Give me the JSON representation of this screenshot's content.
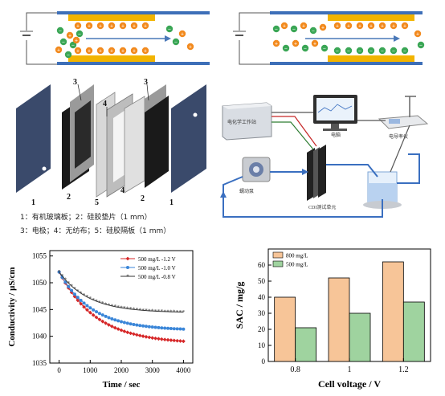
{
  "schematic": {
    "ion_pos": "+",
    "ion_neg": "−",
    "colors": {
      "electrode": "#f2b400",
      "collector": "#3d6fb8",
      "cation": "#f28a1e",
      "anion": "#3aa655",
      "flow": "#4a78b8"
    }
  },
  "stack": {
    "labels": [
      "3",
      "4",
      "3",
      "1",
      "2",
      "5",
      "4",
      "2",
      "1"
    ],
    "legend_line1": "1：有机玻璃板；2：硅胶垫片（1 mm）",
    "legend_line2": "3：电极；4：无纺布；5：硅胶隔板（1 mm）"
  },
  "system": {
    "power_label": "电化学工作站",
    "computer_label": "电脑",
    "conductivity_label": "电导率仪",
    "pump_label": "蠕动泵",
    "cell_label": "CDI测试单元"
  },
  "chart_data": [
    {
      "type": "line",
      "xlabel": "Time / sec",
      "ylabel": "Conductivity / μS/cm",
      "xlim": [
        -300,
        4300
      ],
      "ylim": [
        1035,
        1056
      ],
      "xticks": [
        0,
        1000,
        2000,
        3000,
        4000
      ],
      "yticks": [
        1035,
        1040,
        1045,
        1050,
        1055
      ],
      "legend": "top-right",
      "x": [
        0,
        100,
        200,
        300,
        400,
        500,
        600,
        700,
        800,
        900,
        1000,
        1100,
        1200,
        1300,
        1400,
        1500,
        1600,
        1700,
        1800,
        1900,
        2000,
        2100,
        2200,
        2300,
        2400,
        2500,
        2600,
        2700,
        2800,
        2900,
        3000,
        3100,
        3200,
        3300,
        3400,
        3500,
        3600,
        3700,
        3800,
        3900,
        4000
      ],
      "series": [
        {
          "name": "500 mg/L -1.2 V",
          "color": "#d62728",
          "marker": "diamond",
          "start": 1052,
          "end": 1038.6,
          "tau": 1200
        },
        {
          "name": "500 mg/L -1.0 V",
          "color": "#3a86d8",
          "marker": "circle",
          "start": 1052,
          "end": 1041.1,
          "tau": 1050
        },
        {
          "name": "500 mg/L -0.8 V",
          "color": "#333333",
          "marker": "star",
          "start": 1052,
          "end": 1044.4,
          "tau": 950
        }
      ]
    },
    {
      "type": "bar",
      "xlabel": "Cell voltage / V",
      "ylabel": "SAC / mg/g",
      "categories": [
        "0.8",
        "1",
        "1.2"
      ],
      "ylim": [
        0,
        70
      ],
      "yticks": [
        0,
        10,
        20,
        30,
        40,
        50,
        60
      ],
      "legend": "top-left",
      "series": [
        {
          "name": "800 mg/L",
          "color": "#f7c598",
          "values": [
            40,
            52,
            62
          ]
        },
        {
          "name": "500 mg/L",
          "color": "#9fd39f",
          "values": [
            21,
            30,
            37
          ]
        }
      ]
    }
  ]
}
